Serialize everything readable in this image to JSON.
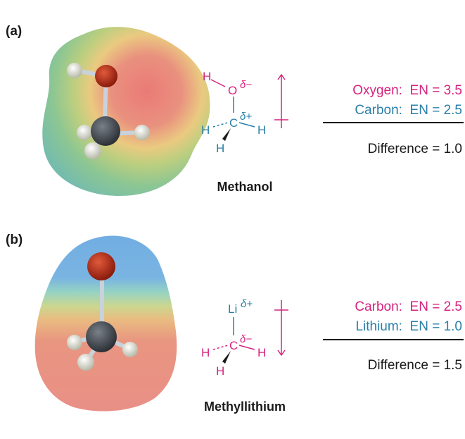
{
  "colors": {
    "magenta": "#d6237f",
    "teal": "#2a7fa8",
    "text": "#1a1a1a"
  },
  "panel_a": {
    "label": "(a)",
    "molecule_name": "Methanol",
    "structure": {
      "h_top": "H",
      "o": "O",
      "delta_o": "δ−",
      "c": "C",
      "delta_c": "δ+",
      "h_left": "H",
      "h_right": "H",
      "h_bottom": "H"
    },
    "en_line1": {
      "element": "Oxygen:",
      "value": "EN = 3.5"
    },
    "en_line2": {
      "element": "Carbon:",
      "value": "EN = 2.5"
    },
    "difference": "Difference = 1.0"
  },
  "panel_b": {
    "label": "(b)",
    "molecule_name": "Methyllithium",
    "structure": {
      "li": "Li",
      "delta_li": "δ+",
      "c": "C",
      "delta_c": "δ−",
      "h_left": "H",
      "h_right": "H",
      "h_bottom": "H"
    },
    "en_line1": {
      "element": "Carbon:",
      "value": "EN = 2.5"
    },
    "en_line2": {
      "element": "Lithium:",
      "value": "EN = 1.0"
    },
    "difference": "Difference = 1.5"
  }
}
